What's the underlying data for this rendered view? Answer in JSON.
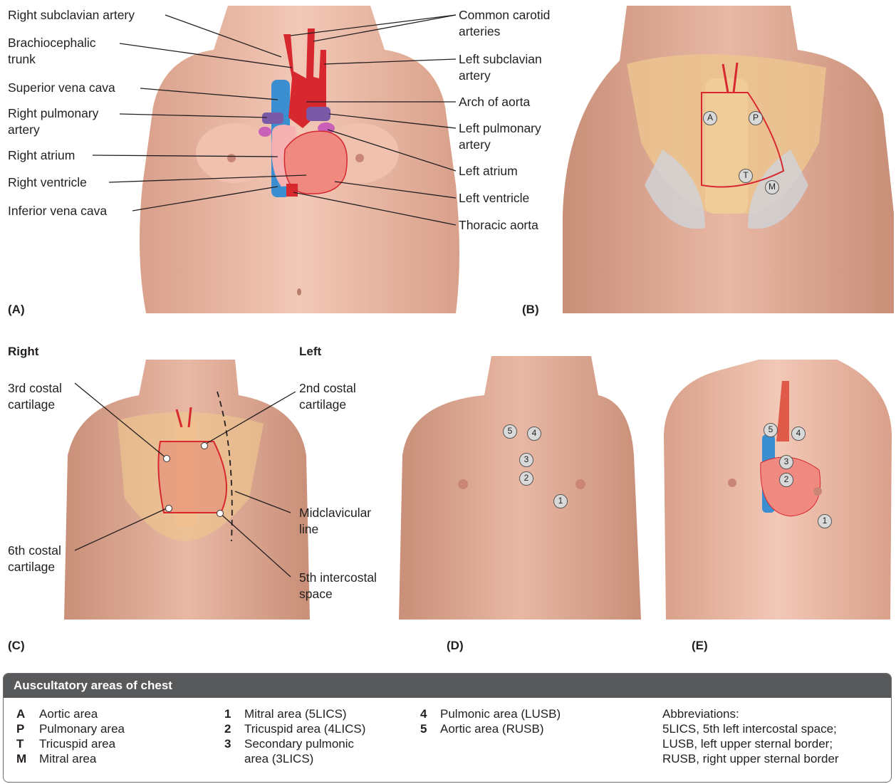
{
  "panel_a": {
    "tag": "(A)",
    "labels_left": [
      "Right subclavian artery",
      "Brachiocephalic\ntrunk",
      "Superior vena cava",
      "Right pulmonary\nartery",
      "Right atrium",
      "Right ventricle",
      "Inferior vena cava"
    ],
    "labels_right": [
      "Common carotid\narteries",
      "Left subclavian\nartery",
      "Arch of aorta",
      "Left pulmonary\nartery",
      "Left atrium",
      "Left ventricle",
      "Thoracic aorta"
    ]
  },
  "panel_b": {
    "tag": "(B)",
    "markers": [
      "A",
      "P",
      "T",
      "M"
    ]
  },
  "panel_c": {
    "tag": "(C)",
    "side_right": "Right",
    "side_left": "Left",
    "labels": [
      "3rd costal\ncartilage",
      "2nd costal\ncartilage",
      "Midclavicular\nline",
      "6th costal\ncartilage",
      "5th intercostal\nspace"
    ]
  },
  "panel_d": {
    "tag": "(D)",
    "markers": [
      "5",
      "4",
      "3",
      "2",
      "1"
    ]
  },
  "panel_e": {
    "tag": "(E)",
    "markers": [
      "5",
      "4",
      "3",
      "2",
      "1"
    ]
  },
  "legend": {
    "title": "Auscultatory areas of chest",
    "letters": [
      {
        "key": "A",
        "text": "Aortic area"
      },
      {
        "key": "P",
        "text": "Pulmonary area"
      },
      {
        "key": "T",
        "text": "Tricuspid area"
      },
      {
        "key": "M",
        "text": "Mitral area"
      }
    ],
    "numbers_1": [
      {
        "key": "1",
        "text": "Mitral area (5LICS)"
      },
      {
        "key": "2",
        "text": "Tricuspid area (4LICS)"
      },
      {
        "key": "3",
        "text": "Secondary pulmonic\narea (3LICS)"
      }
    ],
    "numbers_2": [
      {
        "key": "4",
        "text": "Pulmonic area (LUSB)"
      },
      {
        "key": "5",
        "text": "Aortic area (RUSB)"
      }
    ],
    "abbrev_title": "Abbreviations:",
    "abbrev": [
      "5LICS, 5th left intercostal space;",
      "LUSB, left upper sternal border;",
      "RUSB, right upper sternal border"
    ]
  },
  "colors": {
    "skin": "#e9b9a6",
    "artery": "#d7282f",
    "vein": "#3b8fd0",
    "pulmonary": "#7a5aa6",
    "heart": "#f08a80",
    "bone": "#ecc48f",
    "cartilage": "#cfd3d9",
    "legend_header": "#58595b"
  }
}
